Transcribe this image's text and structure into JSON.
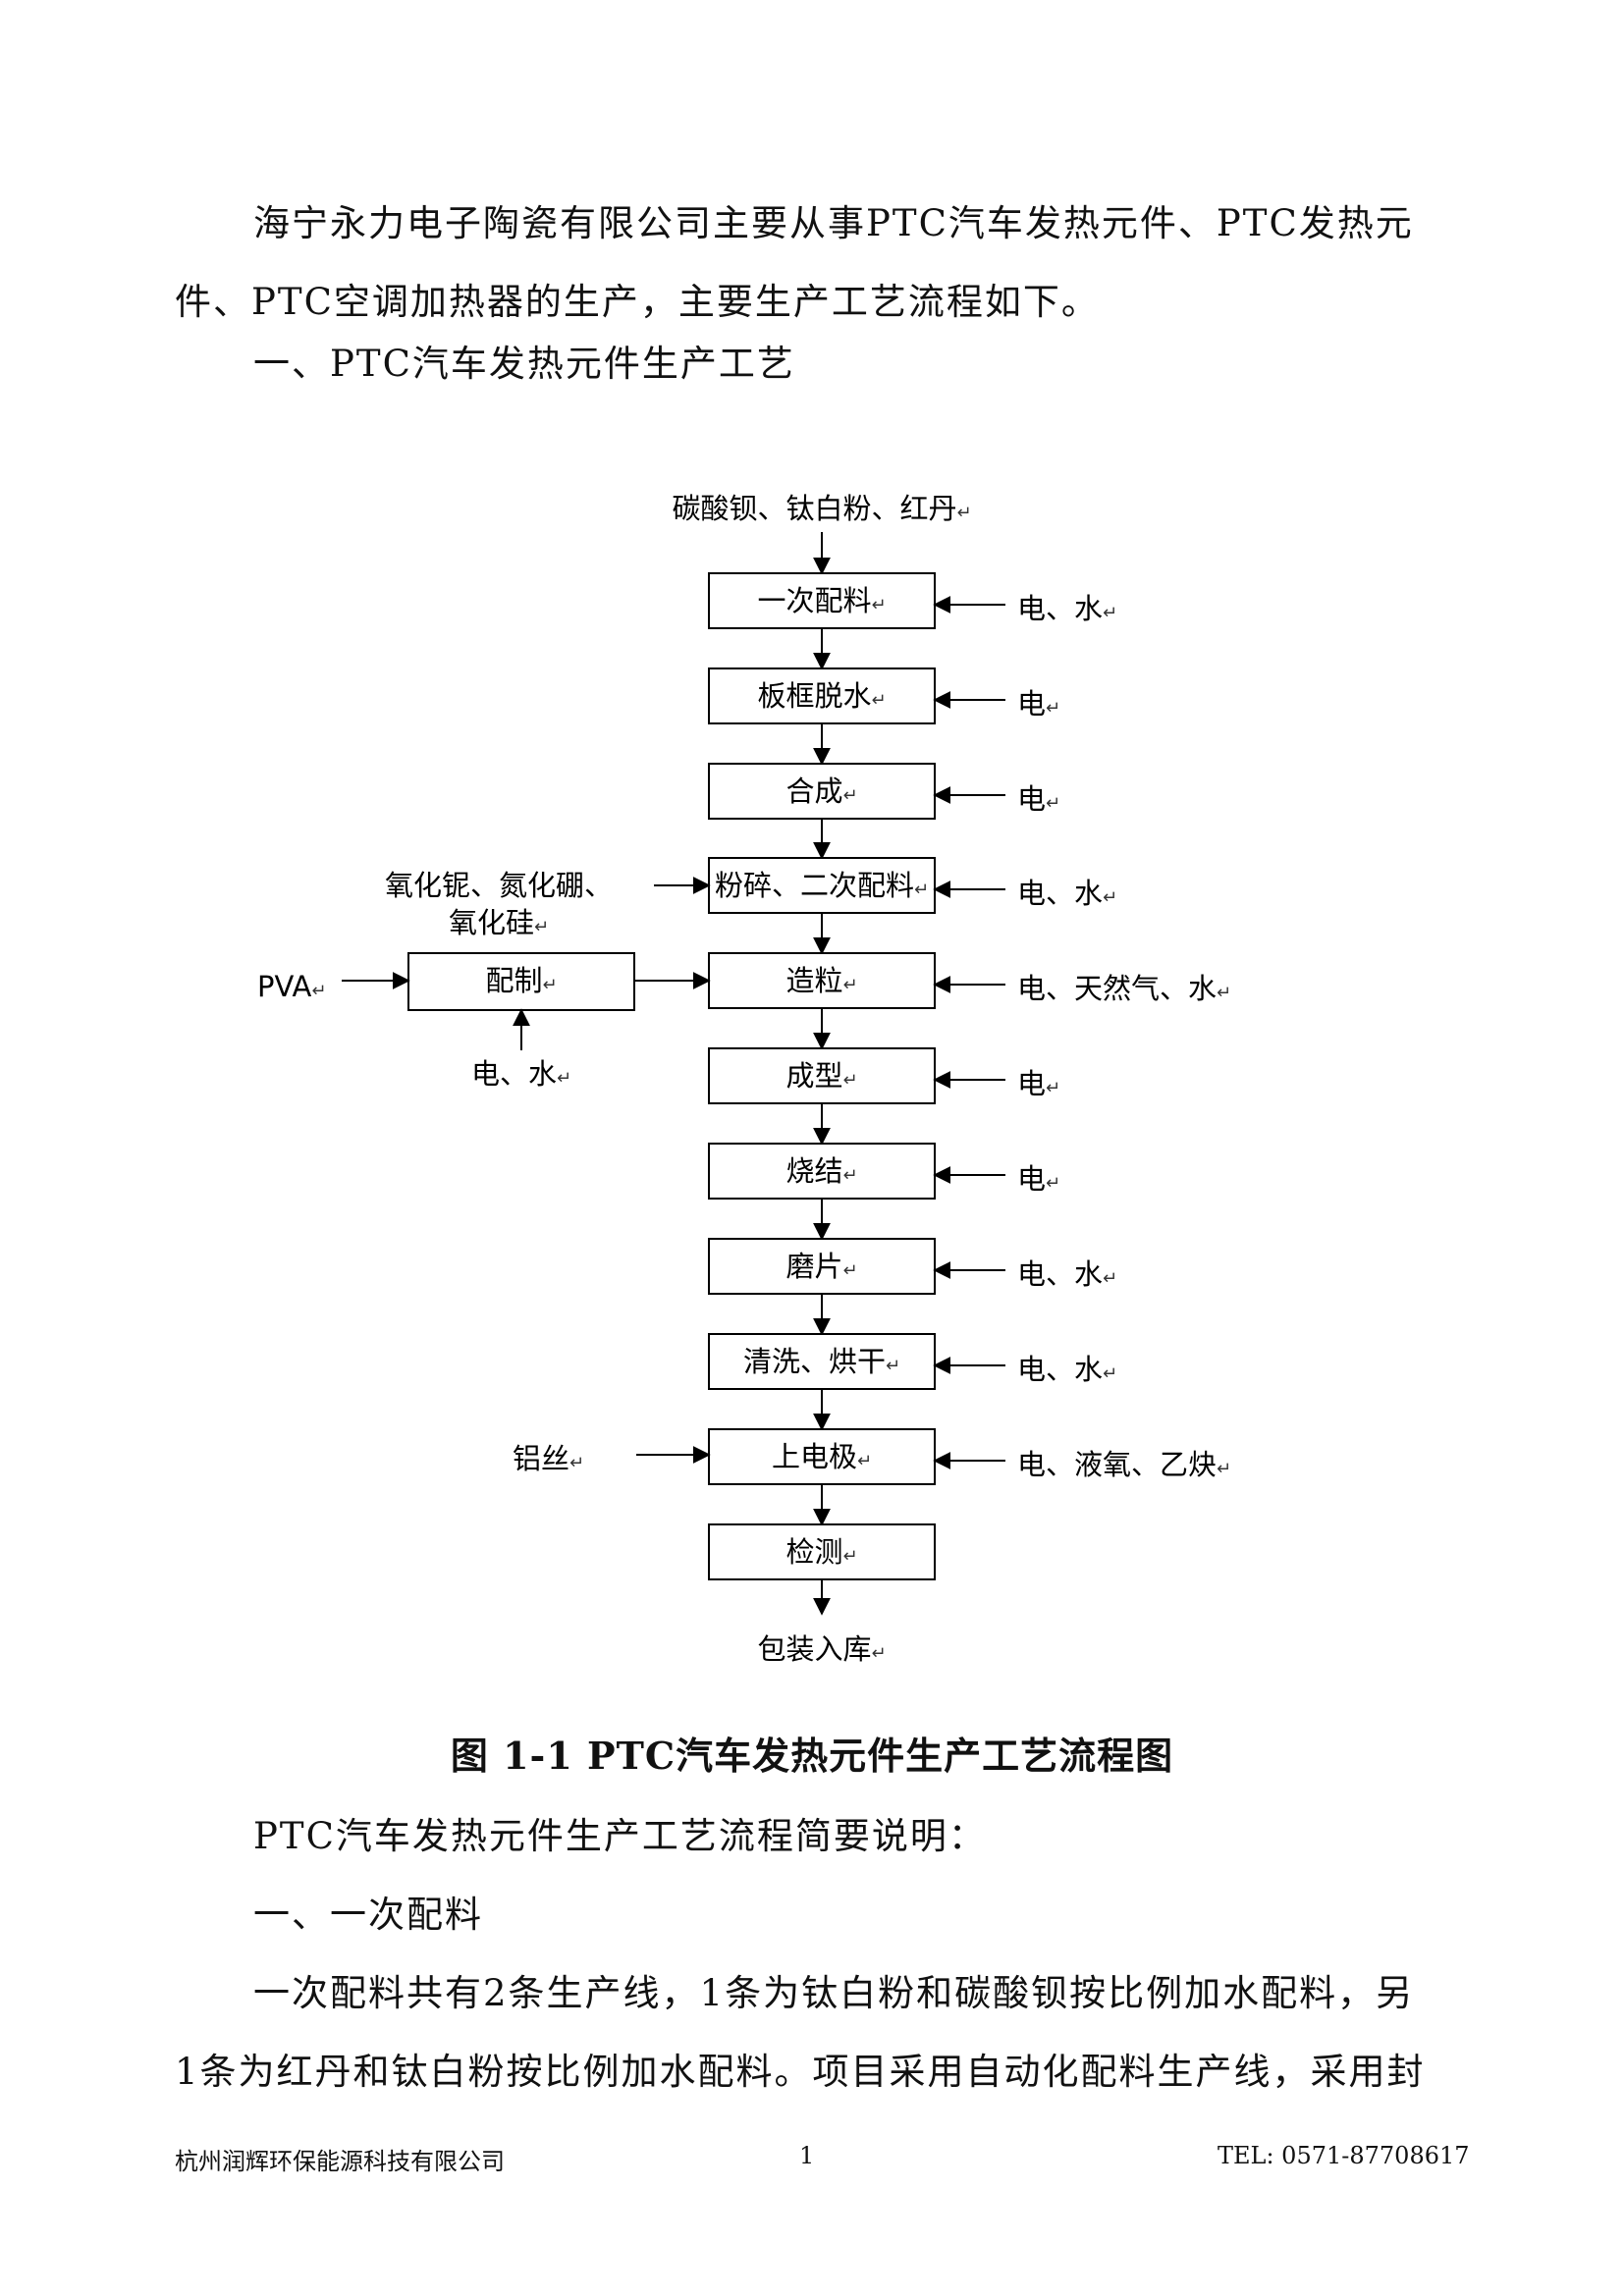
{
  "intro": "海宁永力电子陶瓷有限公司主要从事PTC汽车发热元件、PTC发热元件、PTC空调加热器的生产，主要生产工艺流程如下。",
  "section_title": "一、PTC汽车发热元件生产工艺",
  "flow": {
    "top_input": "碳酸钡、钛白粉、红丹",
    "steps": [
      "一次配料",
      "板框脱水",
      "合成",
      "粉碎、二次配料",
      "造粒",
      "成型",
      "烧结",
      "磨片",
      "清洗、烘干",
      "上电极",
      "检测"
    ],
    "right_inputs": [
      "电、水",
      "电",
      "电",
      "电、水",
      "电、天然气、水",
      "电",
      "电",
      "电、水",
      "电、水",
      "电、液氧、乙炔"
    ],
    "left_input_grind_line1": "氧化铌、氮化硼、",
    "left_input_grind_line2": "氧化硅",
    "prep_box": "配制",
    "prep_input": "PVA",
    "prep_utility": "电、水",
    "electrode_input": "铝丝",
    "output": "包装入库",
    "para_mark": "↵"
  },
  "caption": "图 1-1   PTC汽车发热元件生产工艺流程图",
  "body": {
    "brief_title": "PTC汽车发热元件生产工艺流程简要说明：",
    "sub_title": "一、一次配料",
    "line1": "一次配料共有2条生产线，1条为钛白粉和碳酸钡按比例加水配料，另",
    "line2": "1条为红丹和钛白粉按比例加水配料。项目采用自动化配料生产线，采用封"
  },
  "footer": {
    "company": "杭州润辉环保能源科技有限公司",
    "page": "1",
    "tel": "TEL: 0571-87708617"
  }
}
